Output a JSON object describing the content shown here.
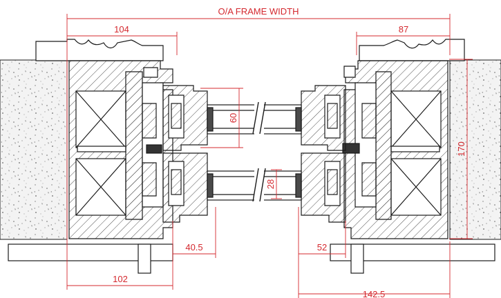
{
  "drawing": {
    "title": "O/A FRAME WIDTH",
    "colors": {
      "line": "#1a1a1a",
      "dimension": "#d4282e",
      "concrete_fill": "#f2f2f2",
      "glass_seal": "#4a4a4a",
      "hatch": "#3a3a3a"
    },
    "dimensions": {
      "left_frame_top": "104",
      "right_frame_top": "87",
      "glass_top": "60",
      "glass_bottom": "28",
      "frame_height": "170",
      "left_inner": "40.5",
      "right_inner": "52",
      "left_bottom": "102",
      "right_bottom": "142.5"
    }
  }
}
